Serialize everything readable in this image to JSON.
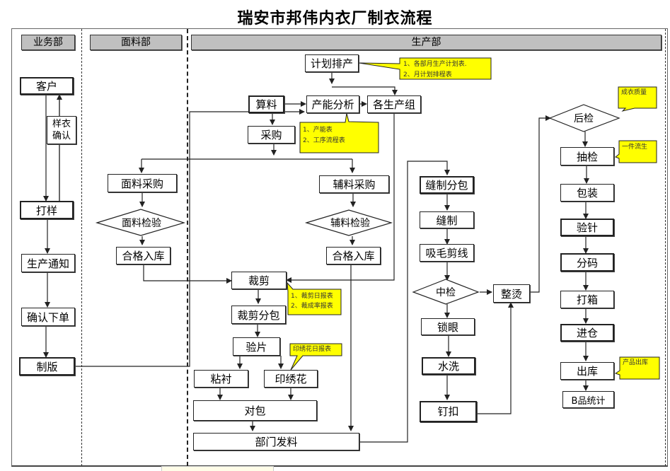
{
  "title": "瑞安市邦伟内衣厂制衣流程",
  "lanes": [
    {
      "id": "sales",
      "label": "业务部"
    },
    {
      "id": "fabric",
      "label": "面料部"
    },
    {
      "id": "production",
      "label": "生产部"
    }
  ],
  "sales": {
    "customer": "客户",
    "sample_confirm_line1": "样衣",
    "sample_confirm_line2": "确认",
    "sampling": "打样",
    "production_notice": "生产通知",
    "confirm_order": "确认下单",
    "plate_making": "制版"
  },
  "fabric": {
    "fabric_purchase": "面料采购",
    "fabric_inspection": "面料检验",
    "fabric_stock_in": "合格入库"
  },
  "production": {
    "planning": "计划排产",
    "material_calc": "算料",
    "capacity_analysis": "产能分析",
    "production_groups": "各生产组",
    "purchasing": "采购",
    "accessory_purchase": "辅料采购",
    "accessory_inspection": "辅料检验",
    "accessory_stock_in": "合格入库",
    "cutting": "裁剪",
    "cut_bundling": "裁剪分包",
    "piece_inspection": "验片",
    "interlining": "粘衬",
    "print_embroidery": "印绣花",
    "matching": "对包",
    "dept_issue": "部门发料",
    "sewing_bundling": "缝制分包",
    "sewing": "缝制",
    "thread_trimming": "吸毛剪线",
    "mid_inspection": "中检",
    "buttonhole": "锁眼",
    "washing": "水洗",
    "buttoning": "钉扣",
    "ironing": "整烫",
    "final_inspection": "后检",
    "sampling_check": "抽检",
    "packing": "包装",
    "needle_detection": "验针",
    "size_sorting": "分码",
    "boxing": "打箱",
    "warehousing": "进仓",
    "shipping": "出库",
    "b_grade_stats": "B品统计"
  },
  "notes": {
    "planning": [
      "1、各部月生产计划表.",
      "2、月计划排程表"
    ],
    "capacity": [
      "1、产能表",
      "2、工序流程表"
    ],
    "cutting": [
      "1、裁剪日报表",
      "2、裁成率报表"
    ],
    "embroidery": [
      "印绣花日报表"
    ],
    "final_inspection": [
      "成衣质量"
    ],
    "sampling_check": [
      "一件流生"
    ],
    "shipping": [
      "产品出库"
    ]
  },
  "colors": {
    "note_fill": "#ffff00",
    "lane_header": "#c0c0c0",
    "line": "#222222"
  }
}
